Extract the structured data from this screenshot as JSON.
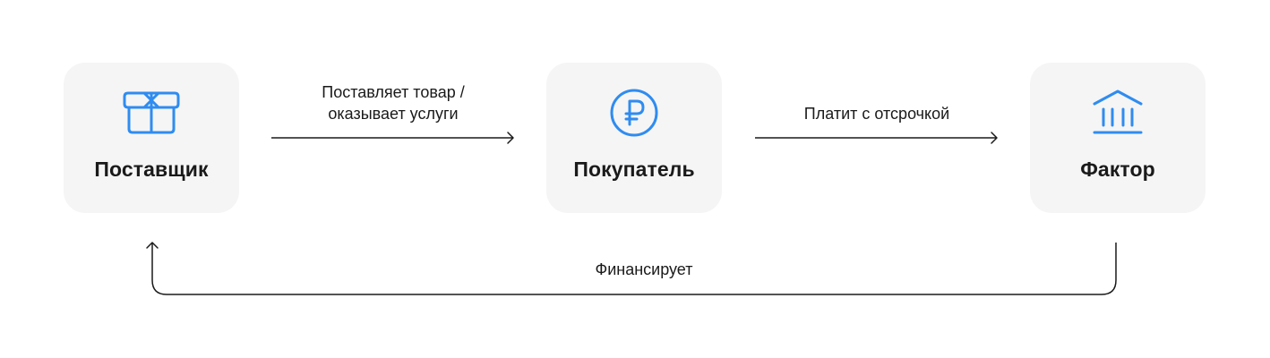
{
  "nodes": {
    "supplier": {
      "title": "Поставщик",
      "icon": "box-icon"
    },
    "buyer": {
      "title": "Покупатель",
      "icon": "ruble-icon"
    },
    "factor": {
      "title": "Фактор",
      "icon": "bank-icon"
    }
  },
  "edges": {
    "supply": {
      "line1": "Поставляет товар /",
      "line2": "оказывает услуги"
    },
    "pay": {
      "text": "Платит с отсрочкой"
    },
    "finance": {
      "text": "Финансирует"
    }
  },
  "colors": {
    "card_bg": "#f5f5f5",
    "icon": "#2f8cf0",
    "line": "#1a1a1a",
    "text": "#1a1a1a"
  }
}
